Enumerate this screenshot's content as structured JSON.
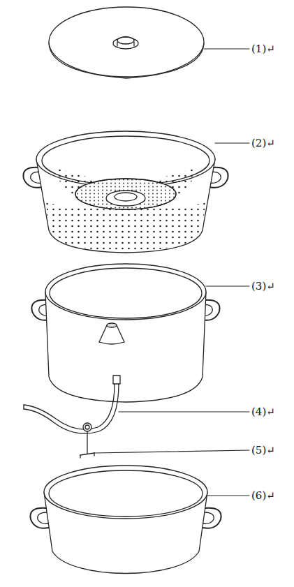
{
  "diagram": {
    "labels": [
      "(1)↵",
      "(2)↵",
      "(3)↵",
      "(4)↵",
      "(5)↵",
      "(6)↵"
    ]
  }
}
